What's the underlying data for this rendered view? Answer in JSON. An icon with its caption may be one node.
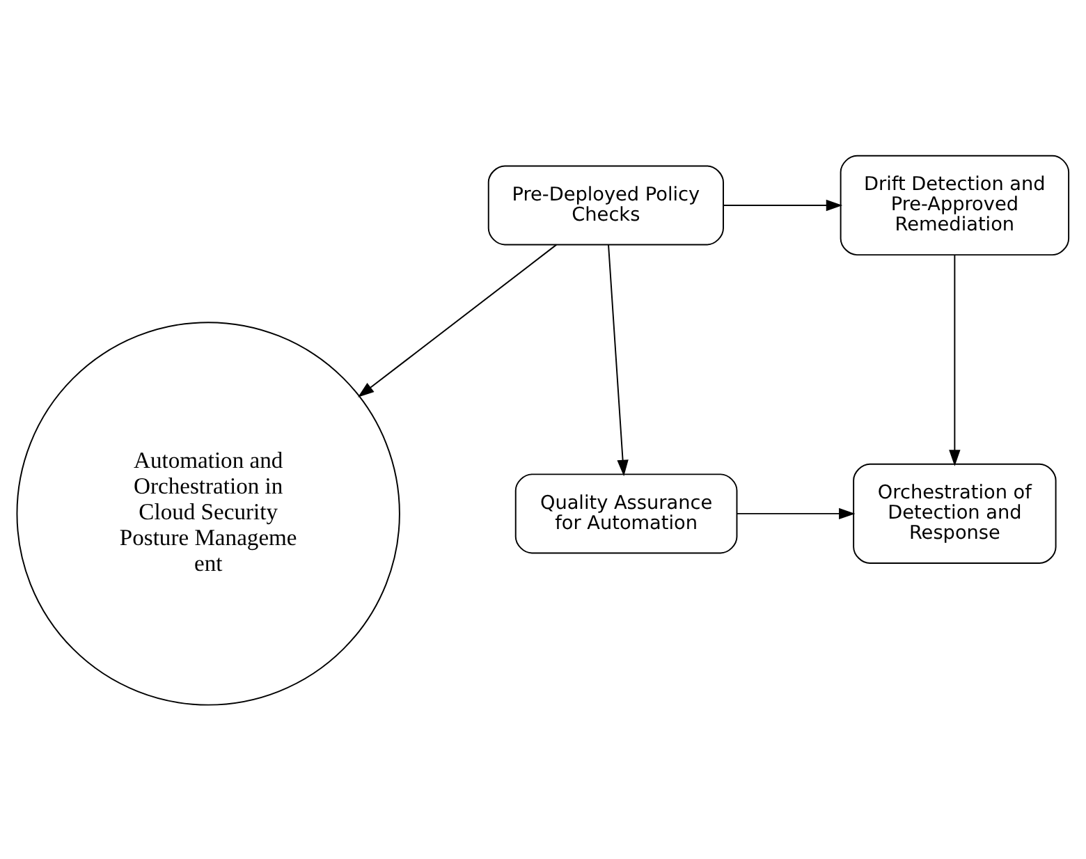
{
  "diagram": {
    "nodes": [
      {
        "text": [
          "Pre-Deployed Policy Checks"
        ]
      },
      {
        "text": [
          "Drift Detection and Pre-Approved Remediation"
        ]
      },
      {
        "text": [
          "Automation and Orchestration in Cloud Security Posture Manageme ent"
        ]
      },
      {
        "text": [
          "Quality Assurance for Automation"
        ]
      },
      {
        "text": [
          "Orchestration of Detection and Response"
        ]
      }
    ],
    "edges": [
      {
        "from": 0,
        "to": 1,
        "arrow": "to"
      },
      {
        "from": 0,
        "to": 2,
        "arrow": "to"
      },
      {
        "from": 0,
        "to": 3,
        "arrow": "to"
      },
      {
        "from": 1,
        "to": 4,
        "arrow": "to"
      },
      {
        "from": 3,
        "to": 4,
        "arrow": "to"
      }
    ]
  }
}
